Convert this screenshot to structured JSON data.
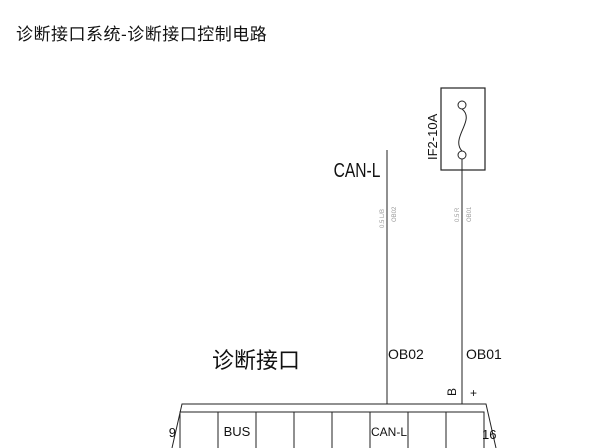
{
  "page": {
    "title": "诊断接口系统-诊断接口控制电路"
  },
  "diagram": {
    "signal_label": "CAN-L",
    "fuse": {
      "label": "IF2-10A"
    },
    "wires": [
      {
        "spec": "0.5 L/B",
        "code": "OB02"
      },
      {
        "spec": "0.5 R",
        "code": "OB01"
      }
    ],
    "connector": {
      "title": "诊断接口",
      "pin_first": "9",
      "pin_last": "16",
      "cells": [
        "BUS",
        "CAN-L"
      ]
    },
    "wire_codes": [
      "OB02",
      "OB01"
    ],
    "pin_letter": "B",
    "polarity": "+"
  }
}
